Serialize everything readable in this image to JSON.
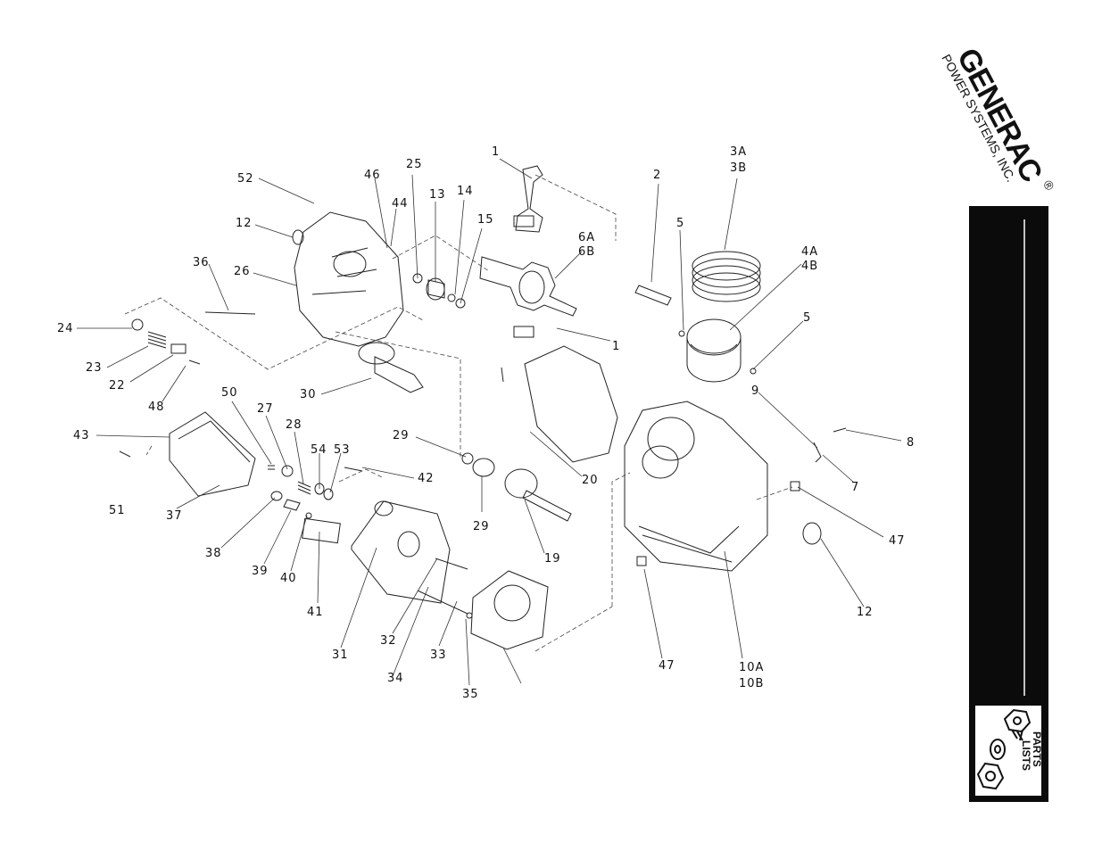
{
  "brand": {
    "name": "GENERAC",
    "registered": "®",
    "subtitle": "POWER SYSTEMS, INC."
  },
  "tab": {
    "line1": "PARTS",
    "line2": "LISTS"
  },
  "callouts": [
    {
      "label": "1"
    },
    {
      "label": "2"
    },
    {
      "label": "3A"
    },
    {
      "label": "3B"
    },
    {
      "label": "52"
    },
    {
      "label": "46"
    },
    {
      "label": "25"
    },
    {
      "label": "44"
    },
    {
      "label": "13"
    },
    {
      "label": "14"
    },
    {
      "label": "15"
    },
    {
      "label": "12"
    },
    {
      "label": "5"
    },
    {
      "label": "6A"
    },
    {
      "label": "6B"
    },
    {
      "label": "4A"
    },
    {
      "label": "4B"
    },
    {
      "label": "36"
    },
    {
      "label": "26"
    },
    {
      "label": "5"
    },
    {
      "label": "24"
    },
    {
      "label": "1"
    },
    {
      "label": "23"
    },
    {
      "label": "22"
    },
    {
      "label": "48"
    },
    {
      "label": "30"
    },
    {
      "label": "9"
    },
    {
      "label": "50"
    },
    {
      "label": "27"
    },
    {
      "label": "28"
    },
    {
      "label": "8"
    },
    {
      "label": "43"
    },
    {
      "label": "29"
    },
    {
      "label": "54"
    },
    {
      "label": "53"
    },
    {
      "label": "7"
    },
    {
      "label": "20"
    },
    {
      "label": "42"
    },
    {
      "label": "51"
    },
    {
      "label": "37"
    },
    {
      "label": "47"
    },
    {
      "label": "29"
    },
    {
      "label": "38"
    },
    {
      "label": "39"
    },
    {
      "label": "40"
    },
    {
      "label": "19"
    },
    {
      "label": "12"
    },
    {
      "label": "41"
    },
    {
      "label": "32"
    },
    {
      "label": "33"
    },
    {
      "label": "31"
    },
    {
      "label": "47"
    },
    {
      "label": "10A"
    },
    {
      "label": "10B"
    },
    {
      "label": "34"
    },
    {
      "label": "35"
    }
  ]
}
